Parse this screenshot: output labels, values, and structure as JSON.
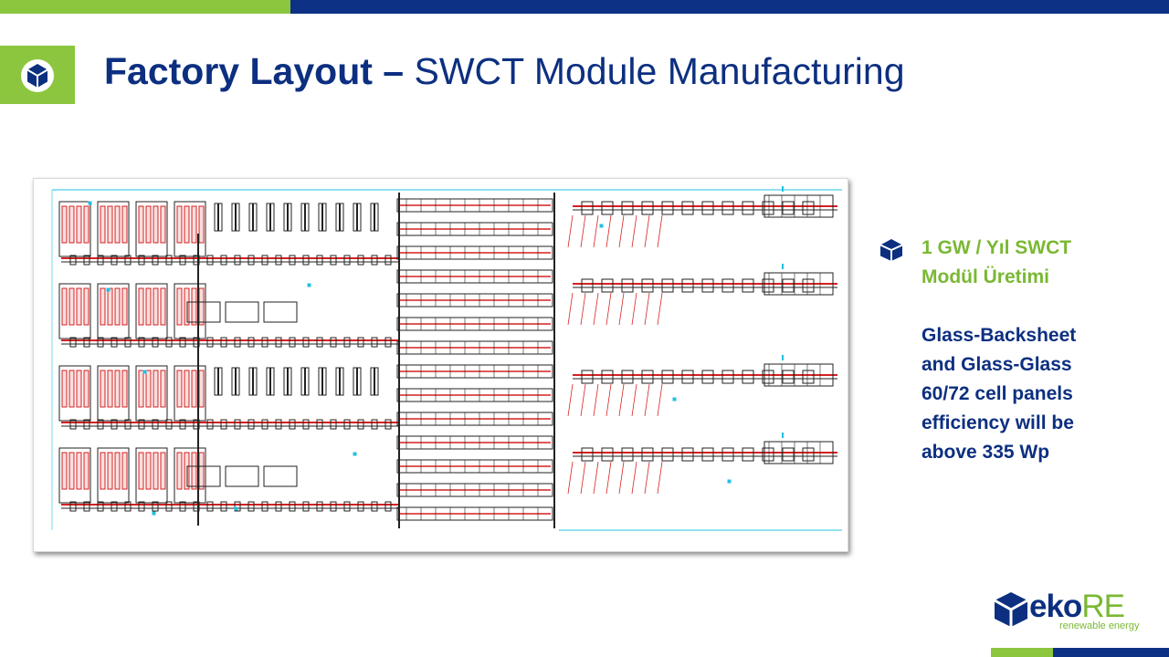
{
  "title": {
    "bold": "Factory Layout –",
    "regular": "SWCT Module Manufacturing"
  },
  "sidebar": {
    "headline_line1": "1 GW / Yıl SWCT",
    "headline_line2": "Modül Üretimi",
    "body_lines": [
      "Glass-Backsheet",
      "and Glass-Glass",
      "60/72 cell panels",
      "efficiency will be",
      "above 335 Wp"
    ]
  },
  "logo": {
    "eko": "eko",
    "re": "RE",
    "tagline": "renewable energy"
  },
  "icons": {
    "title": "hexagon-cube-icon",
    "bullet": "hexagon-cube-icon",
    "logo": "logo-cube-icon"
  },
  "colors": {
    "green": "#8cc63f",
    "navy": "#0c3185",
    "drawing_red": "#d62020",
    "drawing_cyan": "#20c0e0"
  }
}
